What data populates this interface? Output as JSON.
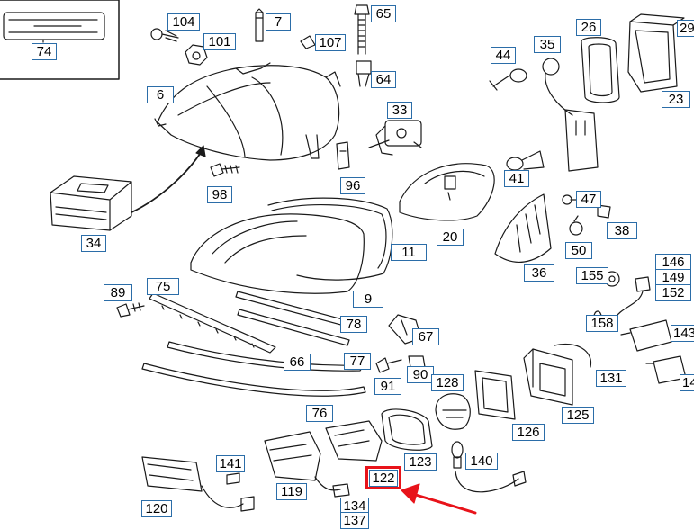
{
  "labels": {
    "l74": "74",
    "l104": "104",
    "l101": "101",
    "l7": "7",
    "l65": "65",
    "l107": "107",
    "l64": "64",
    "l6": "6",
    "l33": "33",
    "l98": "98",
    "l96": "96",
    "l34": "34",
    "l44": "44",
    "l35": "35",
    "l26": "26",
    "l29": "29",
    "l23": "23",
    "l41": "41",
    "l20": "20",
    "l47": "47",
    "l38": "38",
    "l50": "50",
    "l11": "11",
    "l36": "36",
    "l146": "146",
    "l149": "149",
    "l152": "152",
    "l155": "155",
    "l89": "89",
    "l75": "75",
    "l9": "9",
    "l78": "78",
    "l67": "67",
    "l158": "158",
    "l143": "143",
    "l66": "66",
    "l77": "77",
    "l90": "90",
    "l131": "131",
    "l91": "91",
    "l128": "128",
    "l14": "14",
    "l76": "76",
    "l125": "125",
    "l126": "126",
    "l141": "141",
    "l123": "123",
    "l140": "140",
    "l119": "119",
    "l122": "122",
    "l120": "120",
    "l134": "134",
    "l137": "137"
  },
  "highlight": {
    "part": "122",
    "color": "#e8131a"
  },
  "colors": {
    "label_border": "#2b6da8",
    "drawing": "#1a1a1a",
    "arrow": "#e8131a"
  },
  "icons": [
    "headlamp-assembly",
    "fog-lamp",
    "turn-signal-lamp",
    "bulb",
    "connector",
    "screw",
    "gasket",
    "wiring-harness"
  ]
}
